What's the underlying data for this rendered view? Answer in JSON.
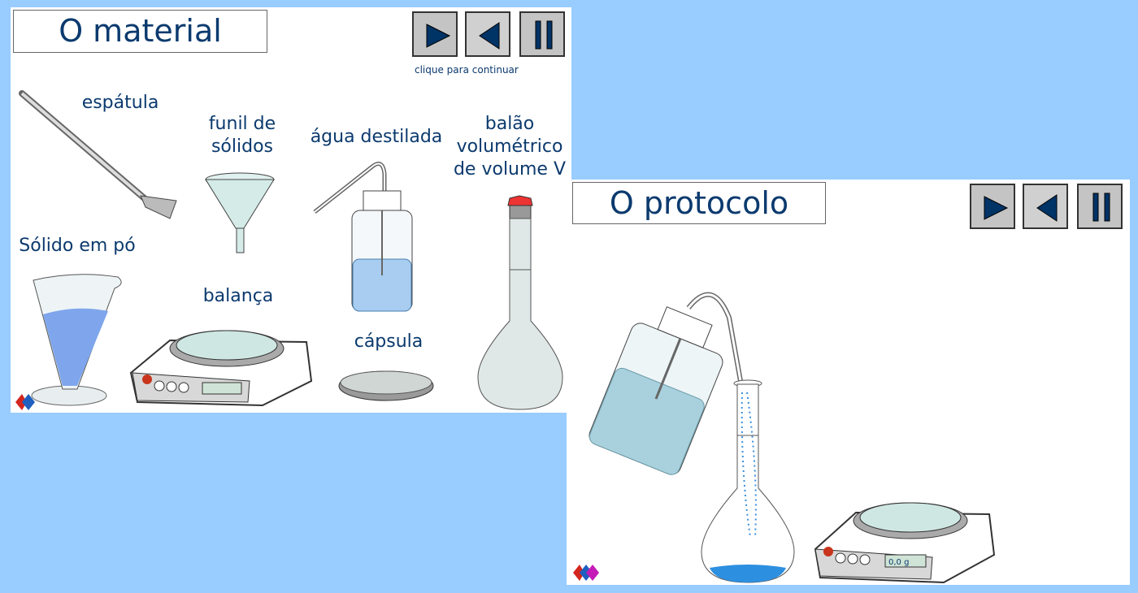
{
  "panel_material": {
    "title": "O material",
    "hint": "clique para continuar",
    "labels": {
      "spatula": "espátula",
      "funnel": "funil de sólidos",
      "water": "água destilada",
      "flask": "balão volumétrico de volume V",
      "solid": "Sólido em pó",
      "balance": "balança",
      "capsule": "cápsula"
    }
  },
  "panel_protocol": {
    "title": "O protocolo",
    "balance_display": "0,0 g"
  },
  "controls": {
    "play_icon": "play-icon",
    "back_icon": "back-icon",
    "pause_icon": "pause-icon"
  },
  "colors": {
    "background": "#99ccff",
    "text": "#0b3a6e",
    "button": "#c4c4c4"
  }
}
